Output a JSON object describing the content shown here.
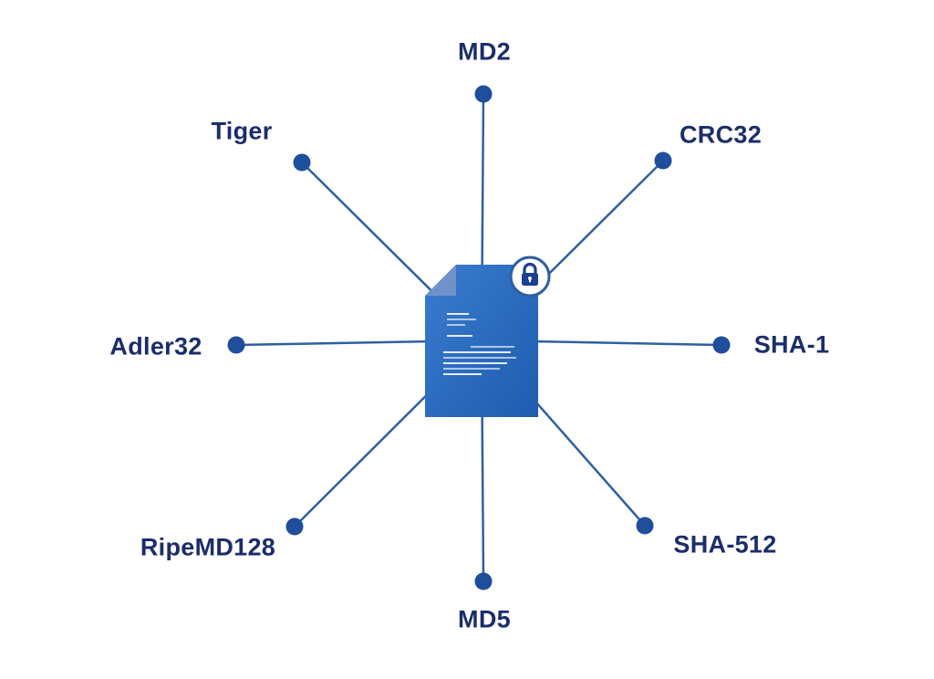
{
  "diagram": {
    "center_icon": "document-lock-icon",
    "colors": {
      "line": "#2e5fa3",
      "dot": "#1e4e9c",
      "label": "#1b2d6b",
      "doc_gradient_start": "#3b7cd0",
      "doc_gradient_end": "#1d5cae",
      "doc_fold": "#6f93c9",
      "lock": "#1c3f8f"
    },
    "nodes": [
      {
        "label": "MD2"
      },
      {
        "label": "CRC32"
      },
      {
        "label": "SHA-1"
      },
      {
        "label": "SHA-512"
      },
      {
        "label": "MD5"
      },
      {
        "label": "RipeMD128"
      },
      {
        "label": "Adler32"
      },
      {
        "label": "Tiger"
      }
    ]
  }
}
